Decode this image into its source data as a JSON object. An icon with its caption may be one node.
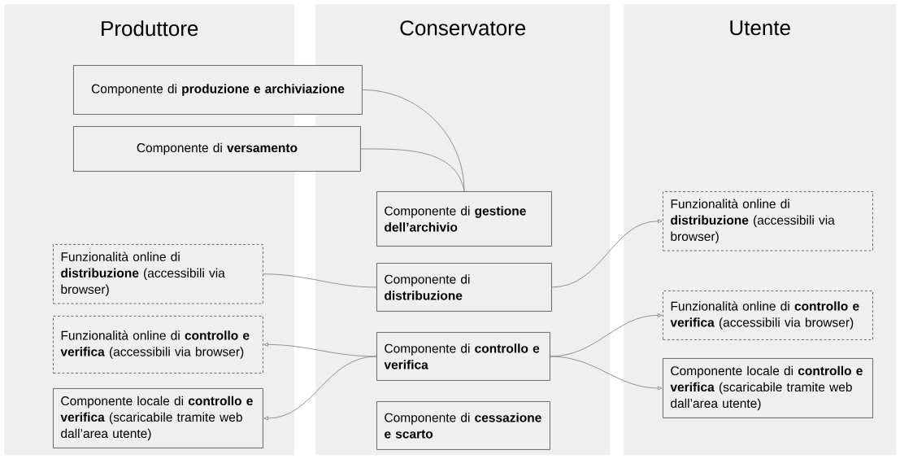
{
  "diagram": {
    "nodes": [
      {
        "text": [
          "Produttore"
        ]
      },
      {
        "text": [
          "Conservatore"
        ]
      },
      {
        "text": [
          "Utente"
        ]
      },
      {
        "text": [
          "Componente di **produzione e archiviazione**"
        ]
      },
      {
        "text": [
          "Componente di **versamento**"
        ]
      },
      {
        "text": [
          "Componente di **gestione dell’archivio**"
        ],
        "in": 1
      },
      {
        "text": [
          "Funzionalità online di **distribuzione** (accessibili via browser)"
        ],
        "in": 0
      },
      {
        "text": [
          "Componente di **distribuzione**"
        ],
        "in": 1
      },
      {
        "text": [
          "Funzionalità online di **controllo e verifica** (accessibili via browser)"
        ],
        "in": 0
      },
      {
        "text": [
          "Componente di **controllo e verifica**"
        ],
        "in": 1
      },
      {
        "text": [
          "Componente locale di **controllo e verifica** (scaricabile tramite web dall’area utente)"
        ],
        "in": 0
      },
      {
        "text": [
          "Componente di **cessazione e scarto**"
        ],
        "in": 1
      },
      {
        "text": [
          "Funzionalità online di **distribuzione** (accessibili via browser)"
        ],
        "in": 2
      },
      {
        "text": [
          "Funzionalità online di **controllo e verifica** (accessibili via browser)"
        ],
        "in": 2
      },
      {
        "text": [
          "Componente locale di **controllo e verifica** (scaricabile tramite web dall’area utente)"
        ],
        "in": 2
      }
    ],
    "edges": [
      {
        "from": 3,
        "to": 5,
        "arrow": "none"
      },
      {
        "from": 4,
        "to": 5,
        "arrow": "none"
      },
      {
        "from": 7,
        "to": 6,
        "arrow": "none"
      },
      {
        "from": 9,
        "to": 8,
        "arrow": "to"
      },
      {
        "from": 9,
        "to": 10,
        "arrow": "to"
      },
      {
        "from": 7,
        "to": 12,
        "arrow": "to"
      },
      {
        "from": 9,
        "to": 13,
        "arrow": "to"
      },
      {
        "from": 9,
        "to": 14,
        "arrow": "to"
      }
    ]
  }
}
